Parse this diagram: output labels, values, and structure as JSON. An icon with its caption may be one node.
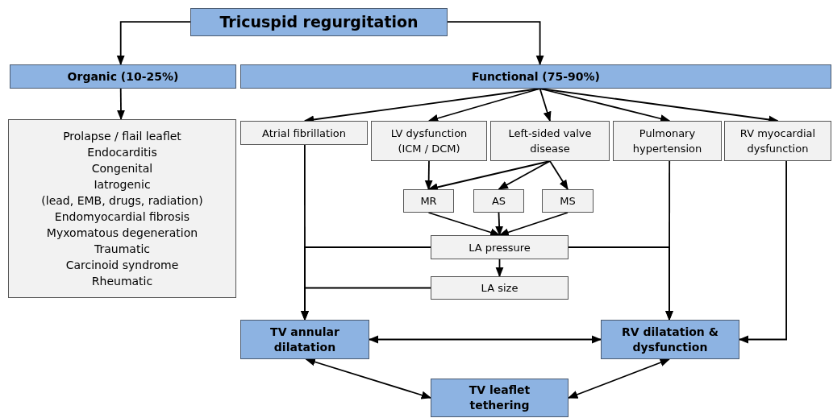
{
  "diagram": {
    "nodes": [
      {
        "text": [
          "Tricuspid regurgitation"
        ]
      },
      {
        "text": [
          "Organic (10-25%)"
        ]
      },
      {
        "text": [
          "Functional (75-90%)"
        ]
      },
      {
        "text": [
          "Prolapse / flail leaflet",
          "Endocarditis",
          "Congenital",
          "Iatrogenic",
          "(lead, EMB, drugs, radiation)",
          "Endomyocardial fibrosis",
          "Myxomatous degeneration",
          "Traumatic",
          "Carcinoid syndrome",
          "Rheumatic"
        ]
      },
      {
        "text": [
          "Atrial fibrillation"
        ]
      },
      {
        "text": [
          "LV dysfunction (ICM / DCM)"
        ]
      },
      {
        "text": [
          "Left-sided valve disease"
        ]
      },
      {
        "text": [
          "Pulmonary hypertension"
        ]
      },
      {
        "text": [
          "RV myocardial dysfunction"
        ]
      },
      {
        "text": [
          "MR"
        ]
      },
      {
        "text": [
          "AS"
        ]
      },
      {
        "text": [
          "MS"
        ]
      },
      {
        "text": [
          "LA pressure"
        ]
      },
      {
        "text": [
          "LA size"
        ]
      },
      {
        "text": [
          "TV annular dilatation"
        ]
      },
      {
        "text": [
          "RV dilatation & dysfunction"
        ]
      },
      {
        "text": [
          "TV leaflet tethering"
        ]
      }
    ],
    "edges": [
      {
        "from": 0,
        "to": 1,
        "arrow": "to"
      },
      {
        "from": 0,
        "to": 2,
        "arrow": "to"
      },
      {
        "from": 1,
        "to": 3,
        "arrow": "to"
      },
      {
        "from": 2,
        "to": 4,
        "arrow": "to"
      },
      {
        "from": 2,
        "to": 5,
        "arrow": "to"
      },
      {
        "from": 2,
        "to": 6,
        "arrow": "to"
      },
      {
        "from": 2,
        "to": 7,
        "arrow": "to"
      },
      {
        "from": 2,
        "to": 8,
        "arrow": "to"
      },
      {
        "from": 5,
        "to": 9,
        "arrow": "to"
      },
      {
        "from": 6,
        "to": 9,
        "arrow": "to"
      },
      {
        "from": 6,
        "to": 10,
        "arrow": "to"
      },
      {
        "from": 6,
        "to": 11,
        "arrow": "to"
      },
      {
        "from": 9,
        "to": 12,
        "arrow": "to"
      },
      {
        "from": 10,
        "to": 12,
        "arrow": "to"
      },
      {
        "from": 11,
        "to": 12,
        "arrow": "to"
      },
      {
        "from": 12,
        "to": 14,
        "arrow": "to"
      },
      {
        "from": 12,
        "to": 15,
        "arrow": "to"
      },
      {
        "from": 12,
        "to": 13,
        "arrow": "to"
      },
      {
        "from": 13,
        "to": 14,
        "arrow": "to"
      },
      {
        "from": 4,
        "to": 14,
        "arrow": "to"
      },
      {
        "from": 7,
        "to": 15,
        "arrow": "to"
      },
      {
        "from": 8,
        "to": 15,
        "arrow": "to"
      },
      {
        "from": 14,
        "to": 15,
        "arrow": "both"
      },
      {
        "from": 14,
        "to": 16,
        "arrow": "both"
      },
      {
        "from": 15,
        "to": 16,
        "arrow": "both"
      }
    ]
  }
}
